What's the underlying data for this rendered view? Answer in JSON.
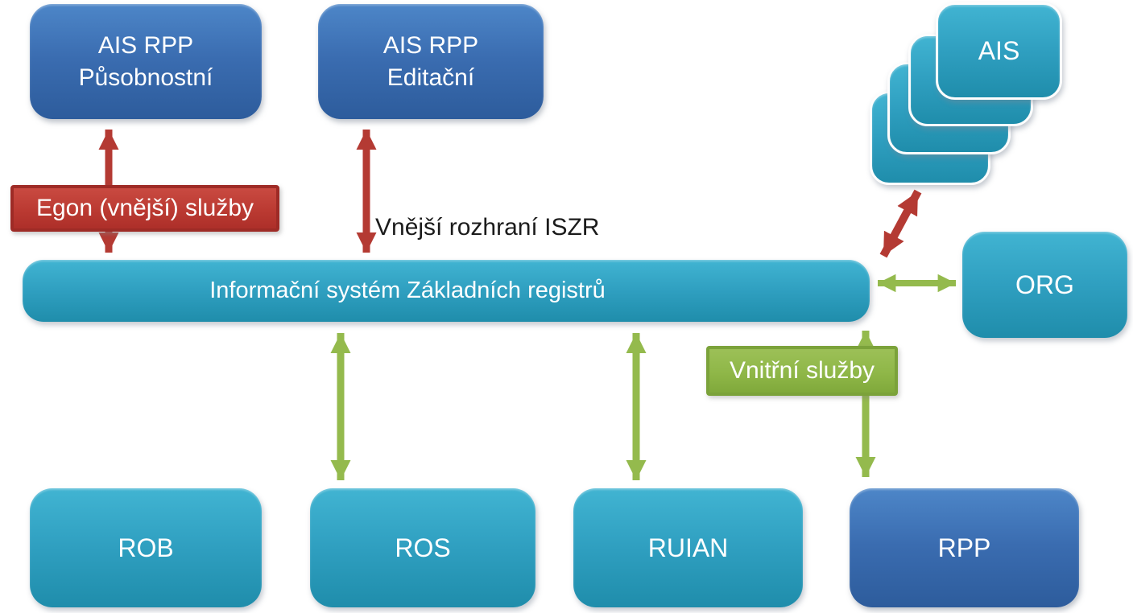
{
  "diagram": {
    "bar": {
      "label": "Informační systém Základních registrů"
    },
    "nodes": {
      "ais_rpp_pusobnostni": {
        "line1": "AIS RPP",
        "line2": "Působnostní"
      },
      "ais_rpp_editacni": {
        "line1": "AIS RPP",
        "line2": "Editační"
      },
      "ais_stack": {
        "label": "AIS"
      },
      "org": {
        "label": "ORG"
      },
      "rob": {
        "label": "ROB"
      },
      "ros": {
        "label": "ROS"
      },
      "ruian": {
        "label": "RUIAN"
      },
      "rpp": {
        "label": "RPP"
      }
    },
    "labels": {
      "egon": "Egon (vnější) služby",
      "vnejsi_rozhrani": "Vnější rozhraní ISZR",
      "vnitrni_sluzby": "Vnitřní služby"
    },
    "colors": {
      "blue_box_top": "#4d86c8",
      "blue_box_bottom": "#2d5c9c",
      "teal_box_top": "#41b4d2",
      "teal_box_bottom": "#1f8dab",
      "red_arrow": "#b43a33",
      "red_label_bg": "#bb3a32",
      "red_label_border": "#9e2b26",
      "green_arrow": "#94ba4d",
      "green_label_bg": "#8fb748",
      "green_label_border": "#7ba23a",
      "text_on_boxes": "#ffffff",
      "free_text": "#1b1b1b"
    },
    "connections": [
      {
        "from": "ais_rpp_pusobnostni",
        "to": "iszr_bar",
        "color": "red",
        "style": "double-arrow"
      },
      {
        "from": "ais_rpp_editacni",
        "to": "iszr_bar",
        "color": "red",
        "style": "double-arrow"
      },
      {
        "from": "ais_stack",
        "to": "iszr_bar",
        "color": "red",
        "style": "double-arrow"
      },
      {
        "from": "iszr_bar",
        "to": "ros",
        "color": "green",
        "style": "double-arrow"
      },
      {
        "from": "iszr_bar",
        "to": "ruian",
        "color": "green",
        "style": "double-arrow"
      },
      {
        "from": "iszr_bar",
        "to": "rpp",
        "color": "green",
        "style": "double-arrow"
      },
      {
        "from": "iszr_bar",
        "to": "org",
        "color": "green",
        "style": "double-arrow"
      }
    ]
  }
}
